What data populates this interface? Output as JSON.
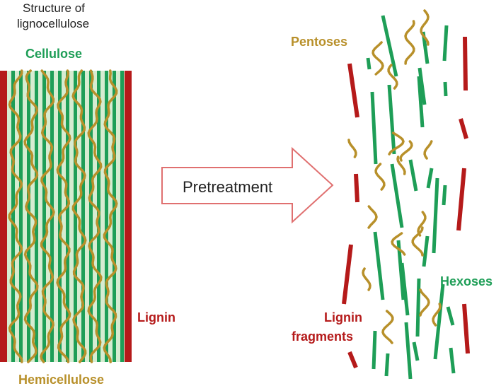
{
  "diagram": {
    "title_line1": "Structure of",
    "title_line2": "lignocellulose",
    "cellulose_label": "Cellulose",
    "hemicellulose_label": "Hemicellulose",
    "lignin_label": "Lignin",
    "process_label": "Pretreatment",
    "pentoses_label": "Pentoses",
    "hexoses_label": "Hexoses",
    "lignin_fragments_line1": "Lignin",
    "lignin_fragments_line2": "fragments"
  },
  "colors": {
    "cellulose": "#1e9e57",
    "hemicellulose": "#b8902a",
    "lignin": "#b51a1a",
    "background_fill": "#d6ecd1",
    "arrow_outline": "#e07070",
    "label_text": "#222222"
  }
}
